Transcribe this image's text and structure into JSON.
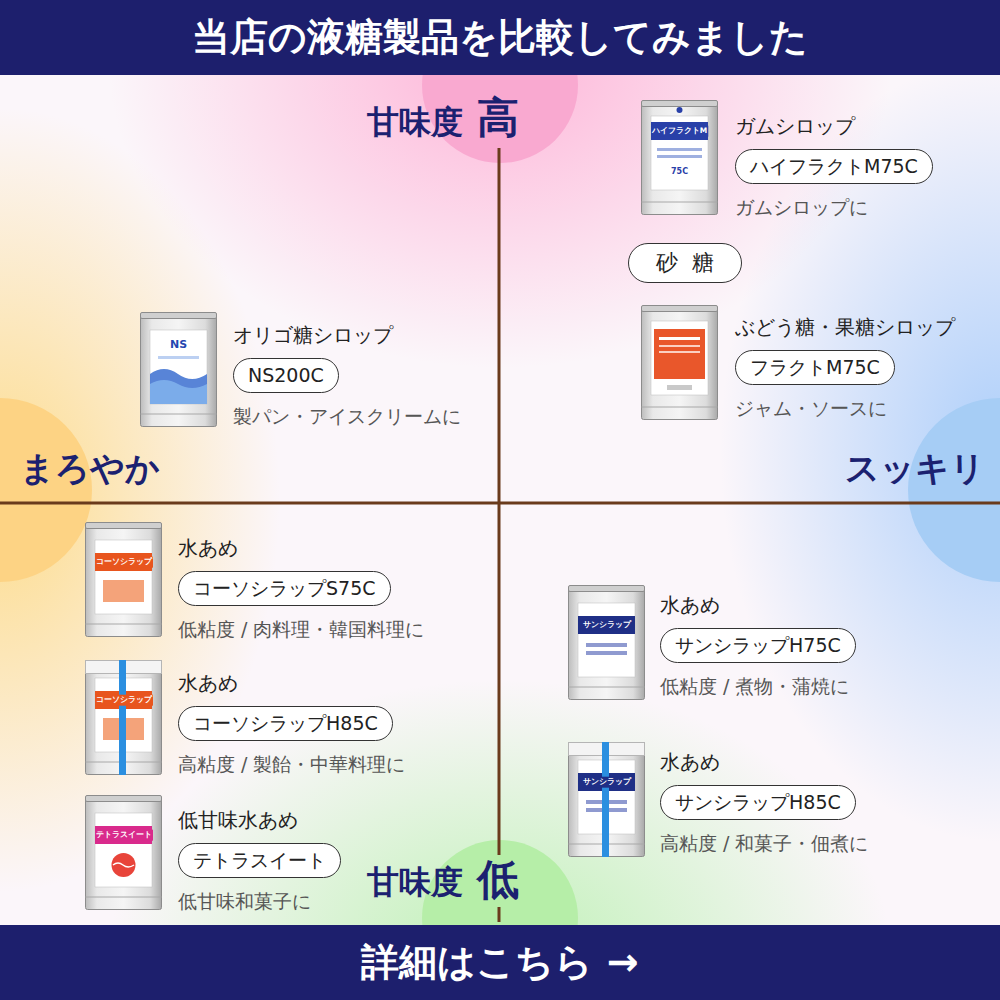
{
  "diagram": {
    "title": "当店の液糖製品を比較してみました",
    "caption": "詳細はこちら →",
    "nodes": [
      {
        "text": [
          "ガムシロップ",
          "ハイフラクトM75C",
          "ガムシロップに"
        ]
      },
      {
        "text": [
          "砂糖"
        ]
      },
      {
        "text": [
          "ぶどう糖・果糖シロップ",
          "フラクトM75C",
          "ジャム・ソースに"
        ]
      },
      {
        "text": [
          "オリゴ糖シロップ",
          "NS200C",
          "製パン・アイスクリームに"
        ]
      },
      {
        "text": [
          "水あめ",
          "コーソシラップS75C",
          "低粘度 / 肉料理・韓国料理に"
        ]
      },
      {
        "text": [
          "水あめ",
          "サンシラップH75C",
          "低粘度 / 煮物・蒲焼に"
        ]
      },
      {
        "text": [
          "水あめ",
          "コーソシラップH85C",
          "高粘度 / 製飴・中華料理に"
        ]
      },
      {
        "text": [
          "水あめ",
          "サンシラップH85C",
          "高粘度 / 和菓子・佃煮に"
        ]
      },
      {
        "text": [
          "低甘味水あめ",
          "テトラスイート",
          "低甘味和菓子に"
        ]
      }
    ],
    "labels": [
      "甘味度",
      "高",
      "ハイフラクトM",
      "75C",
      "NS",
      "まろやか",
      "スッキリ",
      "コーソシラップ",
      "サンシラップ",
      "コーソシラップ",
      "サンシラップ",
      "テトラスイート",
      "甘味度",
      "低"
    ]
  }
}
